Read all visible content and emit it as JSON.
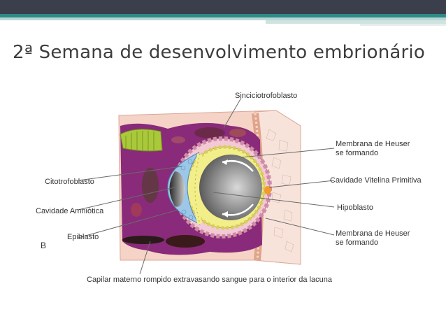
{
  "slide": {
    "title": "2ª Semana de desenvolvimento embrionário"
  },
  "diagram": {
    "panel_letter": "B",
    "labels": {
      "sinciciotrofoblasto": "Sinciciotrofoblasto",
      "citotrofoblasto": "Citotrofoblasto",
      "cavidade_amniotica": "Cavidade Amniótica",
      "epiblasto": "Epiblasto",
      "membrana_heuser_top_1": "Membrana de Heuser",
      "membrana_heuser_top_2": "se formando",
      "cavidade_vitelina": "Cavidade Vitelina Primitiva",
      "hipoblasto": "Hipoblasto",
      "membrana_heuser_bottom_1": "Membrana de Heuser",
      "membrana_heuser_bottom_2": "se formando",
      "capilar": "Capilar materno rompido extravasando sangue para o interior da lacuna"
    }
  },
  "colors": {
    "header_dark": "#3a3f4b",
    "header_teal": "#2e8a86",
    "syncytio": "#8a2a7a",
    "cyto": "#f3c9d6",
    "epiblast": "#9cc7e8",
    "hypoblast": "#f2ef8a",
    "endometrium": "#f5d3c6"
  }
}
